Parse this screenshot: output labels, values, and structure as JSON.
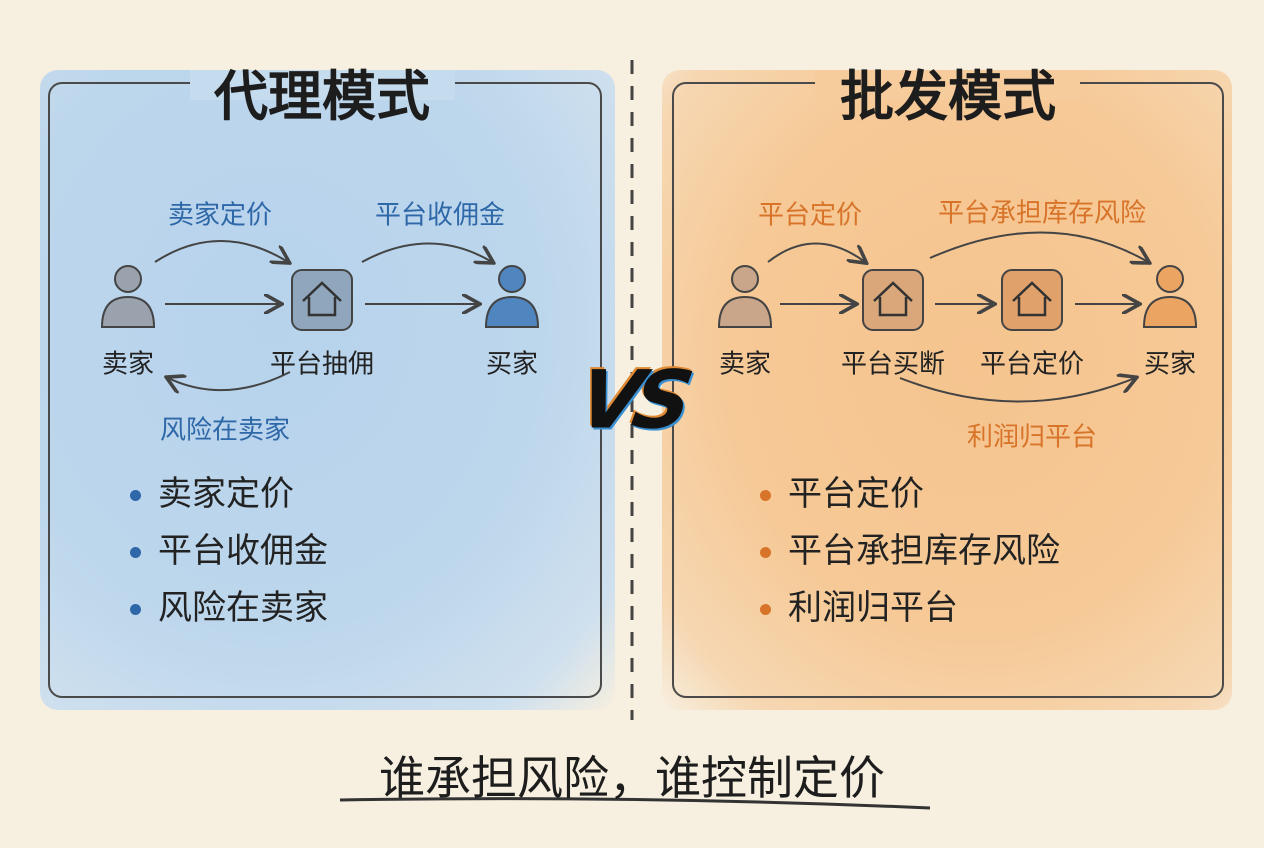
{
  "left": {
    "title": "代理模式",
    "flow_labels": {
      "top_left": "卖家定价",
      "top_right": "平台收佣金",
      "bottom": "风险在卖家"
    },
    "nodes": [
      "卖家",
      "平台抽佣",
      "买家"
    ],
    "bullets": [
      "卖家定价",
      "平台收佣金",
      "风险在卖家"
    ],
    "accent": "#2f68a8"
  },
  "right": {
    "title": "批发模式",
    "flow_labels": {
      "top_left": "平台定价",
      "top_right": "平台承担库存风险",
      "bottom": "利润归平台"
    },
    "nodes": [
      "卖家",
      "平台买断",
      "平台定价",
      "买家"
    ],
    "bullets": [
      "平台定价",
      "平台承担库存风险",
      "利润归平台"
    ],
    "accent": "#d8742a"
  },
  "vs": "VS",
  "footer": "谁承担风险，谁控制定价"
}
